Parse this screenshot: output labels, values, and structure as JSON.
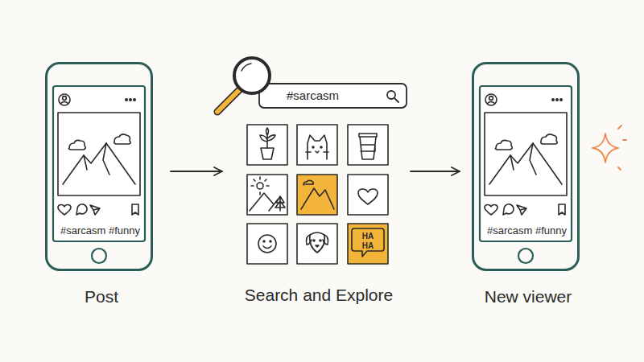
{
  "diagram": {
    "nodes": [
      {
        "text": [
          "#sarcasm #funny",
          "Post"
        ]
      },
      {
        "text": [
          "Search and Explore"
        ]
      },
      {
        "text": [
          "#sarcasm"
        ],
        "in": 1
      },
      {
        "text": [
          "HA HA"
        ],
        "in": 1
      },
      {
        "text": [
          "#sarcasm #funny",
          "New viewer"
        ]
      }
    ],
    "edges": [
      {
        "from": 0,
        "to": 1,
        "arrow": "to"
      },
      {
        "from": 1,
        "to": 4,
        "arrow": "to"
      }
    ]
  }
}
